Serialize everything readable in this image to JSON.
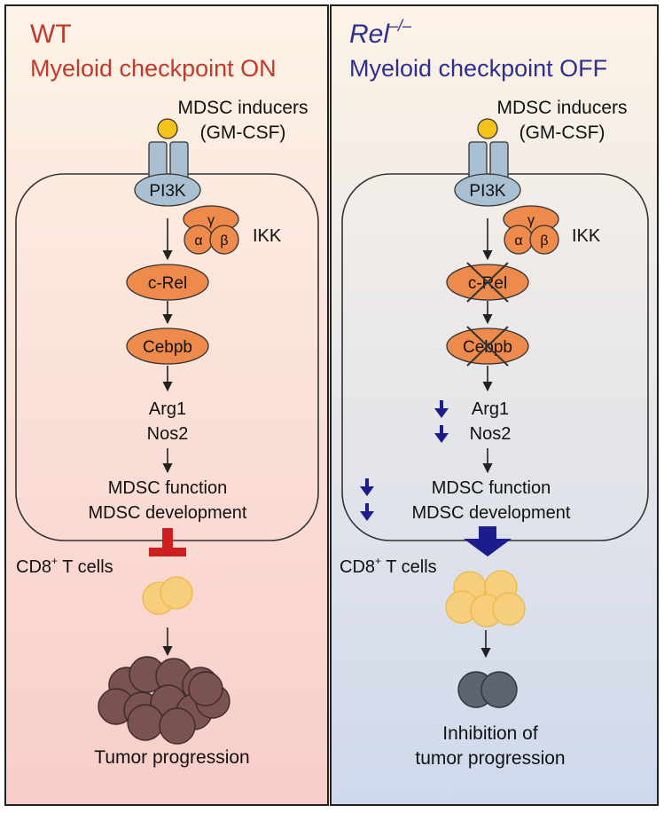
{
  "left": {
    "genotype": "WT",
    "status": "Myeloid checkpoint ON",
    "inducers_line1": "MDSC inducers",
    "inducers_line2": "(GM-CSF)",
    "pi3k": "PI3K",
    "ikk": "IKK",
    "ikk_alpha": "α",
    "ikk_beta": "β",
    "ikk_gamma": "γ",
    "crel": "c-Rel",
    "cebpb": "Cebpb",
    "arg1": "Arg1",
    "nos2": "Nos2",
    "mdsc_function": "MDSC function",
    "mdsc_development": "MDSC development",
    "cd8_prefix": "CD8",
    "cd8_sup": "+",
    "cd8_suffix": " T cells",
    "outcome": "Tumor progression"
  },
  "right": {
    "genotype_base": "Rel",
    "genotype_sup": "–/–",
    "status": "Myeloid checkpoint OFF",
    "inducers_line1": "MDSC inducers",
    "inducers_line2": "(GM-CSF)",
    "pi3k": "PI3K",
    "ikk": "IKK",
    "ikk_alpha": "α",
    "ikk_beta": "β",
    "ikk_gamma": "γ",
    "crel": "c-Rel",
    "cebpb": "Cebpb",
    "arg1": "Arg1",
    "nos2": "Nos2",
    "mdsc_function": "MDSC function",
    "mdsc_development": "MDSC development",
    "cd8_prefix": "CD8",
    "cd8_sup": "+",
    "cd8_suffix": " T cells",
    "outcome_line1": "Inhibition of",
    "outcome_line2": "tumor progression"
  },
  "colors": {
    "wt_title": "#c0392b",
    "rel_title": "#2e2e8f",
    "node_orange": "#ee8a4c",
    "receptor_blue": "#a9c0d3",
    "ligand_yellow": "#f4c21a",
    "inhibition_red": "#cc1e1e",
    "down_arrow_blue": "#1c1c8c",
    "tumor_brown": "#7a5252",
    "inhibited_gray": "#5d6470",
    "tcell_fill": "#f7cf7c"
  }
}
